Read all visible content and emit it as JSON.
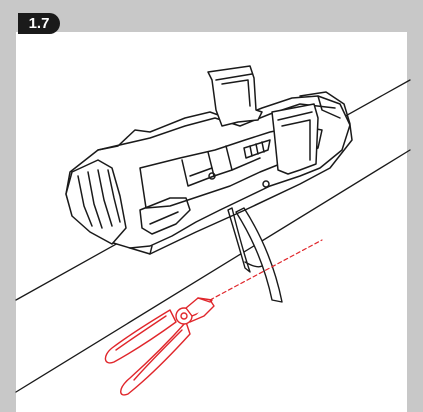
{
  "step": {
    "label": "1.7"
  },
  "illustration": {
    "subject": "device-with-strap-on-pipe",
    "tool": "wire-cutter-pliers",
    "colors": {
      "frame": "#c8c8c8",
      "badge": "#1a1a1a",
      "badge_text": "#ffffff",
      "line_art": "#1a1a1a",
      "tool": "#e0262b",
      "cut_line": "#e0262b"
    }
  }
}
